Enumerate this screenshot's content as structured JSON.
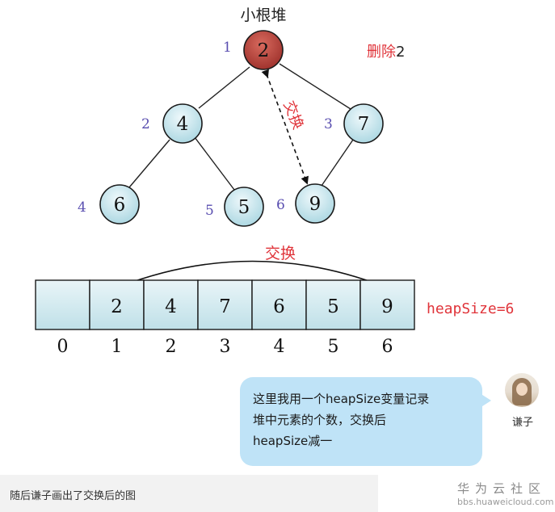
{
  "diagram": {
    "title": "小根堆",
    "delete_label": "删除",
    "delete_value": "2",
    "swap_label_tree": "交换",
    "swap_label_array": "交换",
    "heap_size_label": "heapSize=6",
    "nodes": [
      {
        "index": "1",
        "value": "2",
        "highlight": true
      },
      {
        "index": "2",
        "value": "4",
        "highlight": false
      },
      {
        "index": "3",
        "value": "7",
        "highlight": false
      },
      {
        "index": "4",
        "value": "6",
        "highlight": false
      },
      {
        "index": "5",
        "value": "5",
        "highlight": false
      },
      {
        "index": "6",
        "value": "9",
        "highlight": false
      }
    ],
    "array_cells": [
      "",
      "2",
      "4",
      "7",
      "6",
      "5",
      "9"
    ],
    "array_indices": [
      "0",
      "1",
      "2",
      "3",
      "4",
      "5",
      "6"
    ],
    "colors": {
      "node_fill": "#c6e6ec",
      "highlight_fill": "#b3423a",
      "red_text": "#e0343a",
      "index_text": "#5a4fb0"
    }
  },
  "chat": {
    "message": [
      "这里我用一个heapSize变量记录",
      "堆中元素的个数，交换后",
      "heapSize减一"
    ],
    "author": "谦子"
  },
  "caption": "随后谦子画出了交换后的图",
  "watermark": {
    "title": "华为云社区",
    "url": "bbs.huaweicloud.com"
  }
}
